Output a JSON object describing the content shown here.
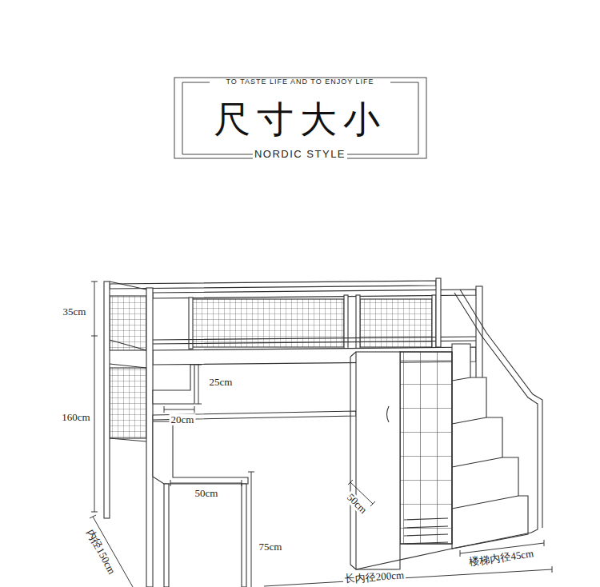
{
  "diagram": {
    "title": "尺寸大小",
    "labels": [
      "TO TASTE LIFE AND TO ENJOY LIFE",
      "NORDIC STYLE",
      "35cm",
      "160cm",
      "25cm",
      "20cm",
      "50cm",
      "50cm",
      "75cm",
      "内径150cm",
      "长内径200cm",
      "楼梯内径45cm"
    ]
  }
}
